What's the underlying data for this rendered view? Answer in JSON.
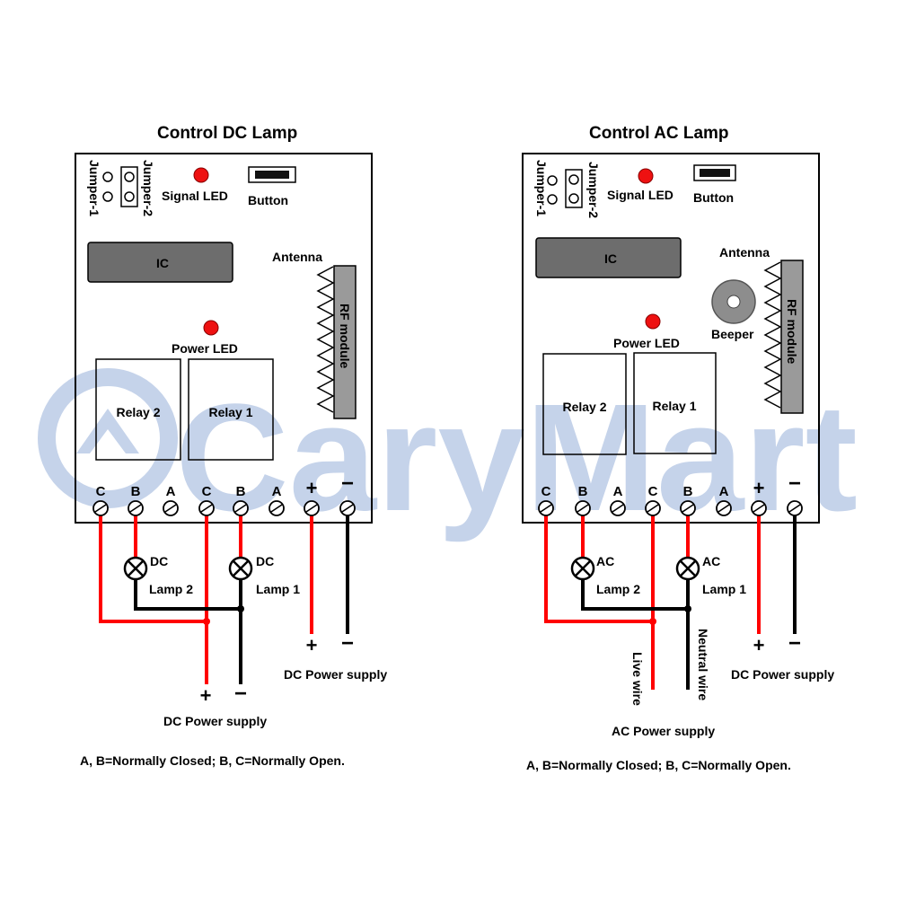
{
  "watermark": "CaryMart",
  "dc_panel": {
    "title": "Control DC Lamp",
    "jumper1": "Jumper-1",
    "jumper2": "Jumper-2",
    "signal_led": "Signal LED",
    "button": "Button",
    "ic": "IC",
    "antenna": "Antenna",
    "rf_module": "RF module",
    "power_led": "Power LED",
    "relay2": "Relay 2",
    "relay1": "Relay 1",
    "terminals": [
      "C",
      "B",
      "A",
      "C",
      "B",
      "A",
      "+",
      "−"
    ],
    "lamp2_type": "DC",
    "lamp2_label": "Lamp 2",
    "lamp1_type": "DC",
    "lamp1_label": "Lamp 1",
    "lamp_supply_plus": "+",
    "lamp_supply_minus": "−",
    "lamp_supply_label": "DC Power supply",
    "board_supply_plus": "+",
    "board_supply_minus": "−",
    "board_supply_label": "DC Power supply",
    "note": "A, B=Normally Closed; B, C=Normally Open."
  },
  "ac_panel": {
    "title": "Control AC Lamp",
    "jumper1": "Jumper-1",
    "jumper2": "Jumper-2",
    "signal_led": "Signal LED",
    "button": "Button",
    "ic": "IC",
    "antenna": "Antenna",
    "beeper": "Beeper",
    "rf_module": "RF module",
    "power_led": "Power LED",
    "relay2": "Relay 2",
    "relay1": "Relay 1",
    "terminals": [
      "C",
      "B",
      "A",
      "C",
      "B",
      "A",
      "+",
      "−"
    ],
    "lamp2_type": "AC",
    "lamp2_label": "Lamp 2",
    "lamp1_type": "AC",
    "lamp1_label": "Lamp 1",
    "live_wire": "Live wire",
    "neutral_wire": "Neutral wire",
    "ac_supply_label": "AC Power supply",
    "board_supply_plus": "+",
    "board_supply_minus": "−",
    "board_supply_label": "DC Power supply",
    "note": "A, B=Normally Closed; B, C=Normally Open."
  },
  "colors": {
    "wire_red": "#ff0000",
    "wire_black": "#000000",
    "led_red": "#ee1111",
    "ic_gray": "#6d6d6d",
    "rf_gray": "#9a9a9a",
    "watermark_blue": "#c5d3ea"
  }
}
